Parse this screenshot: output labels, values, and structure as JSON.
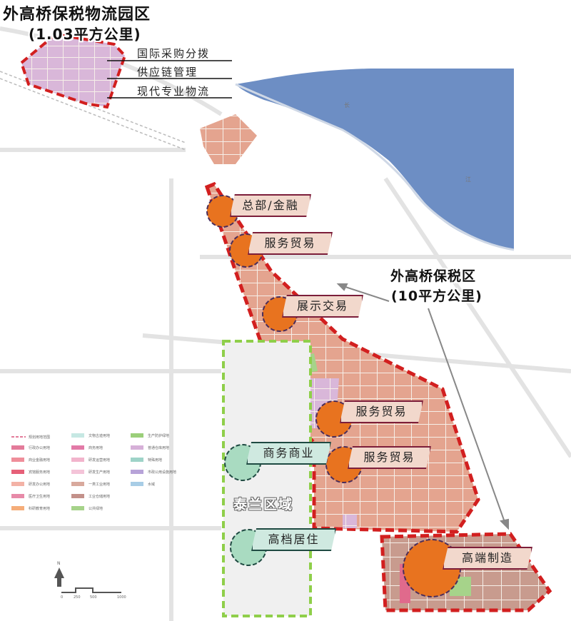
{
  "titles": {
    "logistics_park_name": "外高桥保税物流园区",
    "logistics_park_area": "(1.03平方公里)",
    "bonded_zone_name": "外高桥保税区",
    "bonded_zone_area": "(10平方公里)"
  },
  "logistics_functions": [
    "国际采购分拨",
    "供应链管理",
    "现代专业物流"
  ],
  "zone_tags": [
    {
      "label": "总部/金融",
      "color": "#e8731f"
    },
    {
      "label": "服务贸易",
      "color": "#e8731f"
    },
    {
      "label": "展示交易",
      "color": "#e8731f"
    },
    {
      "label": "服务贸易",
      "color": "#e8731f"
    },
    {
      "label": "服务贸易",
      "color": "#e8731f"
    },
    {
      "label": "高端制造",
      "color": "#e8731f"
    }
  ],
  "taixing_tags": [
    {
      "label": "商务商业",
      "color": "#a9dbc1"
    },
    {
      "label": "高档居住",
      "color": "#a9dbc1"
    }
  ],
  "taixing_zone_label": "泰兰区域",
  "river_labels": {
    "chang": "长",
    "jiang": "江"
  },
  "colors": {
    "river": "#6d8ec4",
    "boundary": "#d21f1f",
    "taixing_boundary": "#8fcf4a",
    "orange_circle": "#e8731f",
    "land_pink": "#e4a48f",
    "land_purple": "#d9b7d9"
  },
  "legend": {
    "col1": [
      "规划用地范围",
      "行政办公用地",
      "商业金融用地",
      "宾馆服务用地",
      "研发办公用地",
      "医疗卫生用地",
      "科研教育用地"
    ],
    "col2": [
      "文物古迹用地",
      "商务用地",
      "研发运营用地",
      "研发生产用地",
      "一类工业用地",
      "工业仓储用地",
      "公共绿地"
    ],
    "col3": [
      "生产防护绿地",
      "普通仓库用地",
      "特殊用地",
      "市政公用设施用地",
      "水域"
    ]
  },
  "scale": {
    "north": "N",
    "ticks": [
      "0",
      "250",
      "500",
      "1000"
    ]
  }
}
